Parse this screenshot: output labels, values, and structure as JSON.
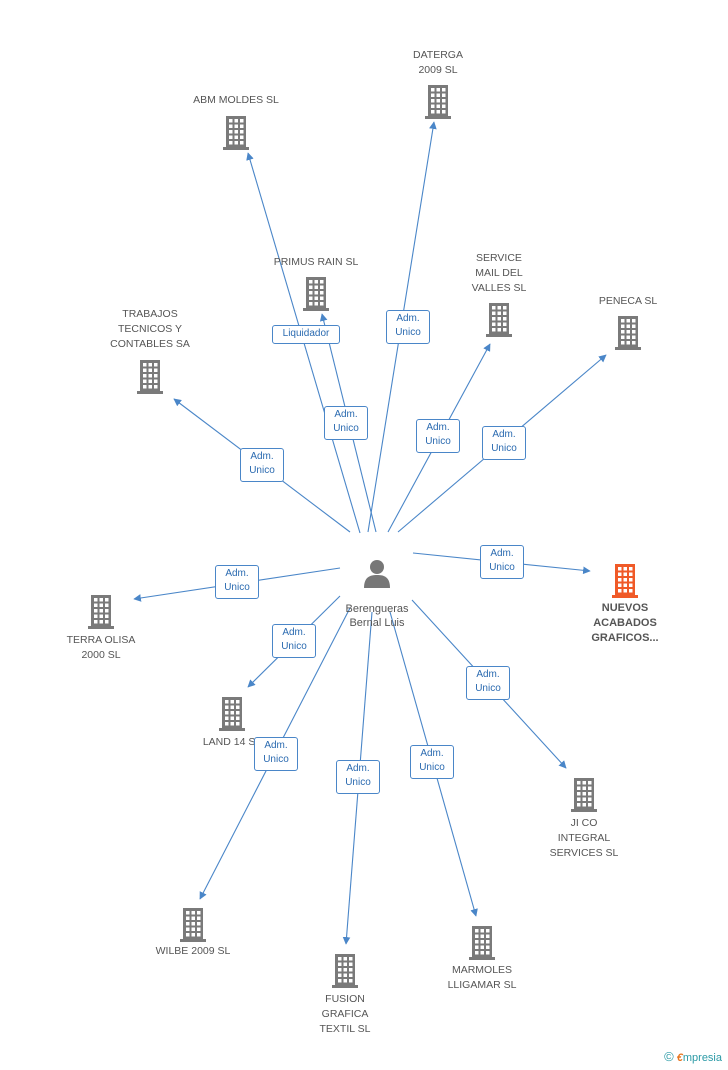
{
  "center": {
    "label": "Berengueras\nBernal Luis"
  },
  "nodes": [
    {
      "id": "dat",
      "label": "DATERGA\n2009 SL",
      "type": "company"
    },
    {
      "id": "abm",
      "label": "ABM MOLDES SL",
      "type": "company"
    },
    {
      "id": "pri",
      "label": "PRIMUS RAIN SL",
      "type": "company"
    },
    {
      "id": "svc",
      "label": "SERVICE\nMAIL DEL\nVALLES SL",
      "type": "company"
    },
    {
      "id": "pen",
      "label": "PENECA SL",
      "type": "company"
    },
    {
      "id": "tra",
      "label": "TRABAJOS\nTECNICOS Y\nCONTABLES SA",
      "type": "company"
    },
    {
      "id": "ter",
      "label": "TERRA OLISA\n2000 SL",
      "type": "company"
    },
    {
      "id": "lan",
      "label": "LAND 14 SL",
      "type": "company"
    },
    {
      "id": "nue",
      "label": "NUEVOS\nACABADOS\nGRAFICOS...",
      "type": "focus"
    },
    {
      "id": "jic",
      "label": "JI CO\nINTEGRAL\nSERVICES SL",
      "type": "company"
    },
    {
      "id": "wil",
      "label": "WILBE 2009 SL",
      "type": "company"
    },
    {
      "id": "fus",
      "label": "FUSION\nGRAFICA\nTEXTIL SL",
      "type": "company"
    },
    {
      "id": "mar",
      "label": "MARMOLES\nLLIGAMAR SL",
      "type": "company"
    }
  ],
  "edges": [
    {
      "to": "dat",
      "label": "Adm.\nUnico"
    },
    {
      "to": "abm",
      "label": "Liquidador"
    },
    {
      "to": "pri",
      "label": "Adm.\nUnico"
    },
    {
      "to": "svc",
      "label": "Adm.\nUnico"
    },
    {
      "to": "pen",
      "label": "Adm.\nUnico"
    },
    {
      "to": "tra",
      "label": "Adm.\nUnico"
    },
    {
      "to": "ter",
      "label": "Adm.\nUnico"
    },
    {
      "to": "lan",
      "label": "Adm.\nUnico"
    },
    {
      "to": "nue",
      "label": "Adm.\nUnico"
    },
    {
      "to": "jic",
      "label": "Adm.\nUnico"
    },
    {
      "to": "wil",
      "label": "Adm.\nUnico"
    },
    {
      "to": "fus",
      "label": "Adm.\nUnico"
    },
    {
      "to": "mar",
      "label": "Adm.\nUnico"
    }
  ],
  "colors": {
    "edge": "#4a86c8",
    "building": "#7a7a7a",
    "focus": "#f05a28",
    "person": "#777777"
  },
  "footer": {
    "copyright": "©",
    "brand_e": "€",
    "brand_rest": "mpresia"
  }
}
